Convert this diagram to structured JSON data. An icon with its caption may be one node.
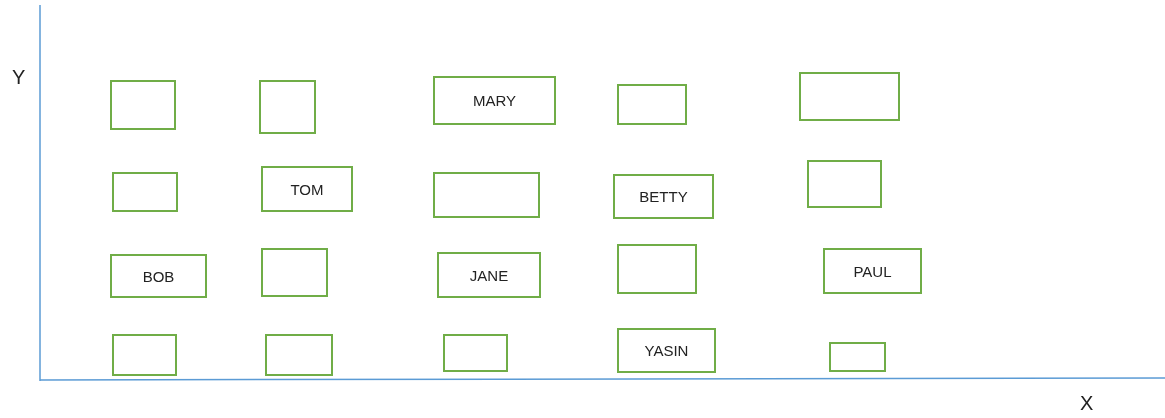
{
  "diagram": {
    "nodes": [
      {
        "text": [],
        "shape": "box"
      },
      {
        "text": [],
        "shape": "box"
      },
      {
        "text": [
          "MARY"
        ]
      },
      {
        "text": [],
        "shape": "box"
      },
      {
        "text": [],
        "shape": "box"
      },
      {
        "text": [],
        "shape": "box"
      },
      {
        "text": [
          "TOM"
        ]
      },
      {
        "text": [],
        "shape": "box"
      },
      {
        "text": [
          "BETTY"
        ]
      },
      {
        "text": [],
        "shape": "box"
      },
      {
        "text": [
          "BOB"
        ]
      },
      {
        "text": [],
        "shape": "box"
      },
      {
        "text": [
          "JANE"
        ]
      },
      {
        "text": [],
        "shape": "box"
      },
      {
        "text": [
          "PAUL"
        ]
      },
      {
        "text": [],
        "shape": "box"
      },
      {
        "text": [],
        "shape": "box"
      },
      {
        "text": [],
        "shape": "box"
      },
      {
        "text": [
          "YASIN"
        ]
      },
      {
        "text": [],
        "shape": "box"
      }
    ],
    "edges": [],
    "labels": [
      "Y",
      "X"
    ]
  }
}
